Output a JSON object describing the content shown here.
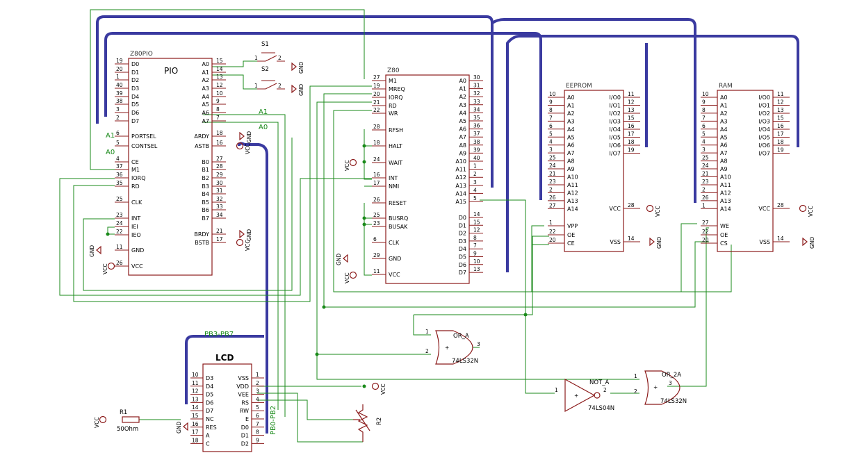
{
  "chips": {
    "pio": {
      "name": "Z80PIO",
      "label": "PIO",
      "left": [
        [
          "19",
          "D0"
        ],
        [
          "20",
          "D1"
        ],
        [
          "1",
          "D2"
        ],
        [
          "40",
          "D3"
        ],
        [
          "39",
          "D4"
        ],
        [
          "38",
          "D5"
        ],
        [
          "3",
          "D6"
        ],
        [
          "2",
          "D7"
        ],
        [
          "6",
          "PORTSEL"
        ],
        [
          "5",
          "CONTSEL"
        ],
        [
          "4",
          "CE"
        ],
        [
          "37",
          "M1"
        ],
        [
          "36",
          "IORQ"
        ],
        [
          "35",
          "RD"
        ],
        [
          "25",
          "CLK"
        ],
        [
          "23",
          "INT"
        ],
        [
          "24",
          "IEI"
        ],
        [
          "22",
          "IEO"
        ],
        [
          "11",
          "GND"
        ],
        [
          "26",
          "VCC"
        ]
      ],
      "right": [
        [
          "15",
          "A0"
        ],
        [
          "14",
          "A1"
        ],
        [
          "13",
          "A2"
        ],
        [
          "12",
          "A3"
        ],
        [
          "10",
          "A4"
        ],
        [
          "9",
          "A5"
        ],
        [
          "8",
          "A6"
        ],
        [
          "7",
          "A7"
        ],
        [
          "18",
          "ARDY"
        ],
        [
          "16",
          "ASTB"
        ],
        [
          "27",
          "B0"
        ],
        [
          "28",
          "B1"
        ],
        [
          "29",
          "B2"
        ],
        [
          "30",
          "B3"
        ],
        [
          "31",
          "B4"
        ],
        [
          "32",
          "B5"
        ],
        [
          "33",
          "B6"
        ],
        [
          "34",
          "B7"
        ],
        [
          "21",
          "BRDY"
        ],
        [
          "17",
          "BSTB"
        ]
      ]
    },
    "z80": {
      "name": "Z80",
      "left": [
        [
          "27",
          "M1"
        ],
        [
          "19",
          "MREQ"
        ],
        [
          "20",
          "IORQ"
        ],
        [
          "21",
          "RD"
        ],
        [
          "22",
          "WR"
        ],
        [
          "28",
          "RFSH"
        ],
        [
          "18",
          "HALT"
        ],
        [
          "24",
          "WAIT"
        ],
        [
          "16",
          "INT"
        ],
        [
          "17",
          "NMI"
        ],
        [
          "26",
          "RESET"
        ],
        [
          "25",
          "BUSRQ"
        ],
        [
          "23",
          "BUSAK"
        ],
        [
          "6",
          "CLK"
        ],
        [
          "29",
          "GND"
        ],
        [
          "11",
          "VCC"
        ]
      ],
      "right": [
        [
          "30",
          "A0"
        ],
        [
          "31",
          "A1"
        ],
        [
          "32",
          "A2"
        ],
        [
          "33",
          "A3"
        ],
        [
          "34",
          "A4"
        ],
        [
          "35",
          "A5"
        ],
        [
          "36",
          "A6"
        ],
        [
          "37",
          "A7"
        ],
        [
          "38",
          "A8"
        ],
        [
          "39",
          "A9"
        ],
        [
          "40",
          "A10"
        ],
        [
          "1",
          "A11"
        ],
        [
          "2",
          "A12"
        ],
        [
          "3",
          "A13"
        ],
        [
          "4",
          "A14"
        ],
        [
          "5",
          "A15"
        ],
        [
          "14",
          "D0"
        ],
        [
          "15",
          "D1"
        ],
        [
          "12",
          "D2"
        ],
        [
          "8",
          "D3"
        ],
        [
          "7",
          "D4"
        ],
        [
          "9",
          "D5"
        ],
        [
          "10",
          "D6"
        ],
        [
          "13",
          "D7"
        ]
      ]
    },
    "eeprom": {
      "name": "EEPROM",
      "left": [
        [
          "10",
          "A0"
        ],
        [
          "9",
          "A1"
        ],
        [
          "8",
          "A2"
        ],
        [
          "7",
          "A3"
        ],
        [
          "6",
          "A4"
        ],
        [
          "5",
          "A5"
        ],
        [
          "4",
          "A6"
        ],
        [
          "3",
          "A7"
        ],
        [
          "25",
          "A8"
        ],
        [
          "24",
          "A9"
        ],
        [
          "21",
          "A10"
        ],
        [
          "23",
          "A11"
        ],
        [
          "2",
          "A12"
        ],
        [
          "26",
          "A13"
        ],
        [
          "27",
          "A14"
        ],
        [
          "1",
          "VPP"
        ],
        [
          "22",
          "OE"
        ],
        [
          "20",
          "CE"
        ]
      ],
      "right": [
        [
          "11",
          "I/O0"
        ],
        [
          "12",
          "I/O1"
        ],
        [
          "13",
          "I/O2"
        ],
        [
          "15",
          "I/O3"
        ],
        [
          "16",
          "I/O4"
        ],
        [
          "17",
          "I/O5"
        ],
        [
          "18",
          "I/O6"
        ],
        [
          "19",
          "I/O7"
        ],
        [
          "28",
          "VCC"
        ],
        [
          "14",
          "VSS"
        ]
      ]
    },
    "ram": {
      "name": "RAM",
      "left": [
        [
          "10",
          "A0"
        ],
        [
          "9",
          "A1"
        ],
        [
          "8",
          "A2"
        ],
        [
          "7",
          "A3"
        ],
        [
          "6",
          "A4"
        ],
        [
          "5",
          "A5"
        ],
        [
          "4",
          "A6"
        ],
        [
          "3",
          "A7"
        ],
        [
          "25",
          "A8"
        ],
        [
          "24",
          "A9"
        ],
        [
          "21",
          "A10"
        ],
        [
          "23",
          "A11"
        ],
        [
          "2",
          "A12"
        ],
        [
          "26",
          "A13"
        ],
        [
          "1",
          "A14"
        ],
        [
          "27",
          "WE"
        ],
        [
          "22",
          "OE"
        ],
        [
          "20",
          "CS"
        ]
      ],
      "right": [
        [
          "11",
          "I/O0"
        ],
        [
          "12",
          "I/O1"
        ],
        [
          "13",
          "I/O2"
        ],
        [
          "15",
          "I/O3"
        ],
        [
          "16",
          "I/O4"
        ],
        [
          "17",
          "I/O5"
        ],
        [
          "18",
          "I/O6"
        ],
        [
          "19",
          "I/O7"
        ],
        [
          "28",
          "VCC"
        ],
        [
          "14",
          "VSS"
        ]
      ]
    },
    "lcd": {
      "name": "LCD",
      "left": [
        [
          "10",
          "D3"
        ],
        [
          "11",
          "D4"
        ],
        [
          "12",
          "D5"
        ],
        [
          "13",
          "D6"
        ],
        [
          "14",
          "D7"
        ],
        [
          "15",
          "NC"
        ],
        [
          "16",
          "RES"
        ],
        [
          "17",
          "A"
        ],
        [
          "18",
          "C"
        ]
      ],
      "right": [
        [
          "1",
          "VSS"
        ],
        [
          "2",
          "VDD"
        ],
        [
          "3",
          "VEE"
        ],
        [
          "4",
          "RS"
        ],
        [
          "5",
          "RW"
        ],
        [
          "6",
          "E"
        ],
        [
          "7",
          "D0"
        ],
        [
          "8",
          "D1"
        ],
        [
          "9",
          "D2"
        ]
      ]
    }
  },
  "gates": {
    "or_a": {
      "name": "OR_A",
      "part": "74LS32N",
      "in1": "1",
      "in2": "2",
      "out": "3"
    },
    "not_a": {
      "name": "NOT_A",
      "part": "74LS04N",
      "in": "1",
      "out": "2"
    },
    "or_2a": {
      "name": "OR_2A",
      "part": "74LS32N",
      "in1": "1",
      "in2": "2",
      "out": "3"
    }
  },
  "parts": {
    "s1": "S1",
    "s2": "S2",
    "r1": "R1",
    "r1_value": "50Ohm",
    "r2": "R2",
    "gnd": "GND",
    "vcc": "VCC",
    "pin1": "1",
    "pin2": "2"
  },
  "nets": {
    "a1": "A1",
    "a0": "A0",
    "pb3_pb7": "PB3-PB7",
    "pb0_pb2": "PB0-PB2"
  }
}
